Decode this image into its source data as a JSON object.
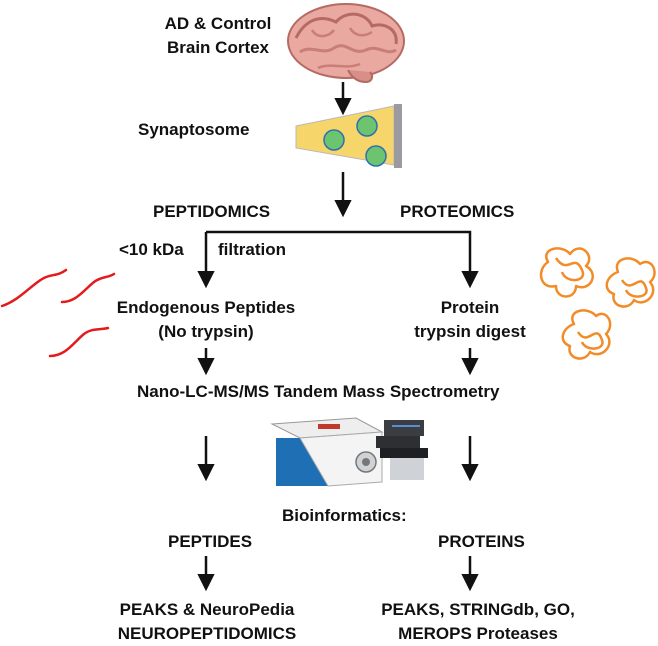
{
  "sample": {
    "line1": "AD & Control",
    "line2": "Brain Cortex",
    "icon": "brain-icon"
  },
  "synaptosome": {
    "label": "Synaptosome",
    "icon": "synaptosome-icon"
  },
  "branches": {
    "peptidomics": "PEPTIDOMICS",
    "proteomics": "PROTEOMICS",
    "cutoff": "<10 kDa",
    "filtration": "filtration"
  },
  "left": {
    "line1": "Endogenous Peptides",
    "line2": "(No trypsin)",
    "icon": "peptide-chains-icon"
  },
  "right": {
    "line1": "Protein",
    "line2": "trypsin digest",
    "icon": "protein-tangles-icon"
  },
  "ms": {
    "label": "Nano-LC-MS/MS Tandem Mass Spectrometry",
    "icon": "mass-spectrometer-icon"
  },
  "bioinformatics": {
    "label": "Bioinformatics:",
    "peptides": "PEPTIDES",
    "proteins": "PROTEINS"
  },
  "outputs": {
    "left_line1": "PEAKS & NeuroPedia",
    "left_line2": "NEUROPEPTIDOMICS",
    "right_line1": "PEAKS, STRINGdb, GO,",
    "right_line2": "MEROPS Proteases"
  },
  "colors": {
    "peptide": "#e41a1c",
    "protein": "#f28c28",
    "synaptosome_fill": "#f6d66b",
    "vesicle_fill": "#6cc46f",
    "vesicle_edge": "#2f6fb0",
    "instrument_blue": "#1f6fb5"
  }
}
